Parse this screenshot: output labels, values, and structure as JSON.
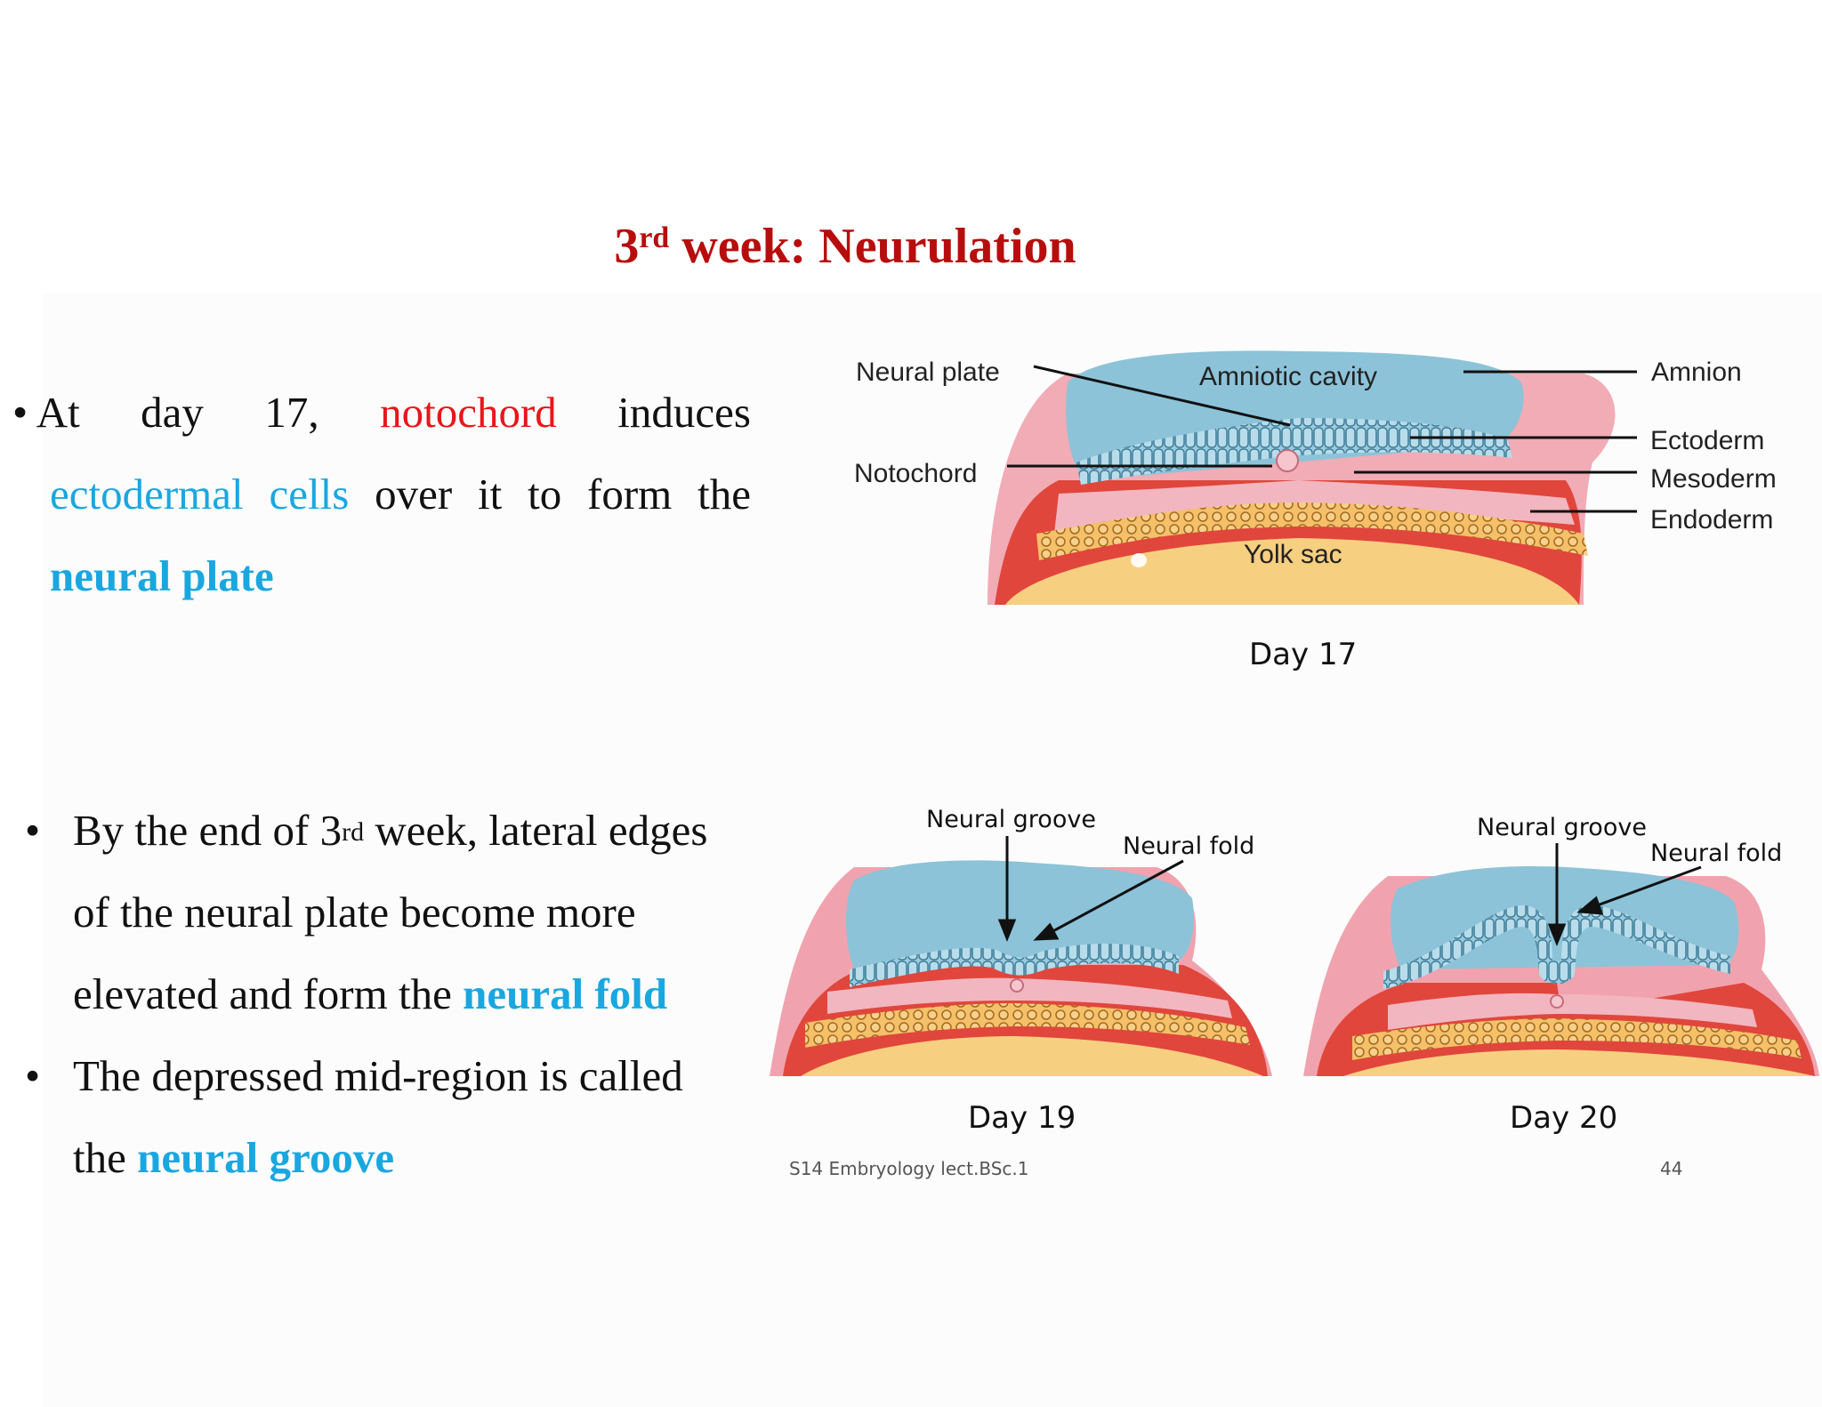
{
  "slide": {
    "title_prefix": "3",
    "title_sup": "rd",
    "title_rest": " week: Neurulation",
    "footer_left": "S14 Embryology lect.BSc.1",
    "page_number": "44"
  },
  "para1": {
    "bullet": "•",
    "w_at": "At",
    "w_day": "day",
    "w_17": "17,",
    "w_notochord": "notochord",
    "w_induces": "induces",
    "w_ectodermal": "ectodermal",
    "w_cells": "cells",
    "w_over": "over",
    "w_it": "it",
    "w_to": "to",
    "w_form": "form",
    "w_the": "the",
    "neural_plate": "neural plate"
  },
  "para2": {
    "bullet": "•",
    "l1_a": "By the end of 3",
    "l1_sup": "rd",
    "l1_b": " week, lateral edges",
    "l2": "of the neural plate become more",
    "l3_a": "elevated and form the ",
    "l3_b": "neural fold",
    "l4": "The depressed mid-region is called",
    "l5_a": "the ",
    "l5_b": "neural groove"
  },
  "fig_day17": {
    "caption": "Day 17",
    "labels": {
      "neural_plate": "Neural plate",
      "amniotic_cavity": "Amniotic cavity",
      "amnion": "Amnion",
      "notochord": "Notochord",
      "ectoderm": "Ectoderm",
      "mesoderm": "Mesoderm",
      "endoderm": "Endoderm",
      "yolk_sac": "Yolk sac"
    }
  },
  "fig_day19": {
    "caption": "Day 19",
    "labels": {
      "neural_groove": "Neural groove",
      "neural_fold": "Neural fold"
    }
  },
  "fig_day20": {
    "caption": "Day 20",
    "labels": {
      "neural_groove": "Neural groove",
      "neural_fold": "Neural fold"
    }
  },
  "colors": {
    "title": "#b80d0d",
    "notochord_text": "#e8161a",
    "highlight": "#1aa7e0",
    "amnion_blue": "#8cc3d8",
    "mesoderm_red": "#e0463c",
    "pink": "#f2b6c0",
    "yolk": "#f7cf80"
  }
}
